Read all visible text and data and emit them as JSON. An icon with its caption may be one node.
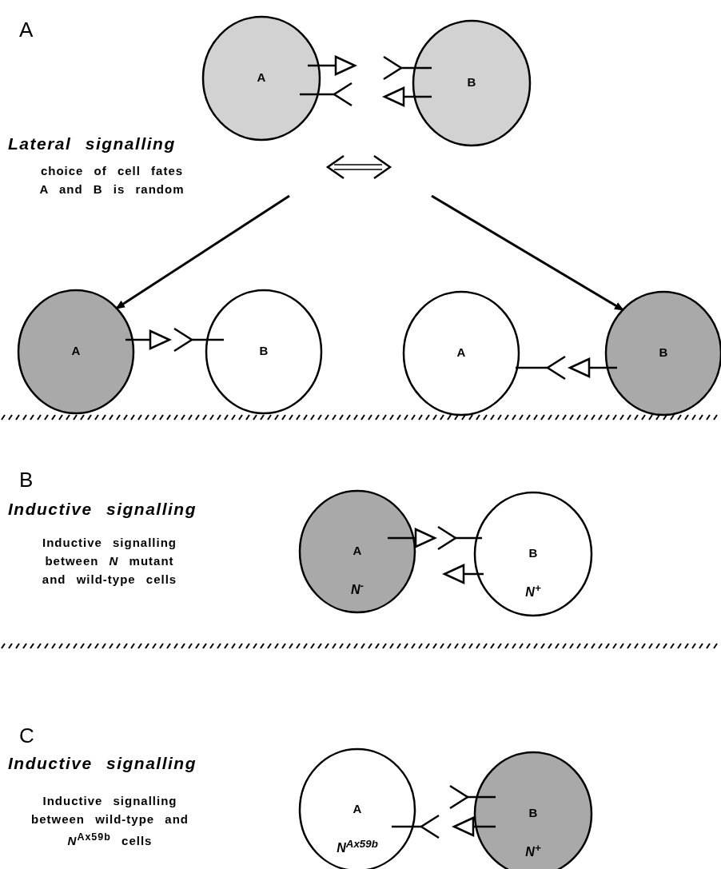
{
  "diagram": {
    "nodes": [
      {
        "text": [
          "A"
        ]
      },
      {
        "text": [
          "B"
        ]
      },
      {
        "text": [
          "A"
        ]
      },
      {
        "text": [
          "B"
        ]
      },
      {
        "text": [
          "A"
        ]
      },
      {
        "text": [
          "B"
        ]
      },
      {
        "text": [
          "A",
          "N$^{-}$"
        ]
      },
      {
        "text": [
          "B",
          "N$^{+}$"
        ]
      },
      {
        "text": [
          "A",
          "N$^{Ax59b}$"
        ]
      },
      {
        "text": [
          "B",
          "N$^{+}$"
        ]
      }
    ],
    "edges": [
      {
        "from": null,
        "to": 2,
        "arrow": "to"
      },
      {
        "from": null,
        "to": 5,
        "arrow": "to"
      }
    ],
    "labels": [
      "A",
      "Lateral signalling",
      "choice of cell fates A and B is random",
      "B",
      "Inductive signalling",
      "Inductive signalling between *N* mutant and wild-type cells",
      "C",
      "Inductive signalling",
      "Inductive signalling between wild-type and *N*$^{Ax59b}$ cells"
    ]
  }
}
